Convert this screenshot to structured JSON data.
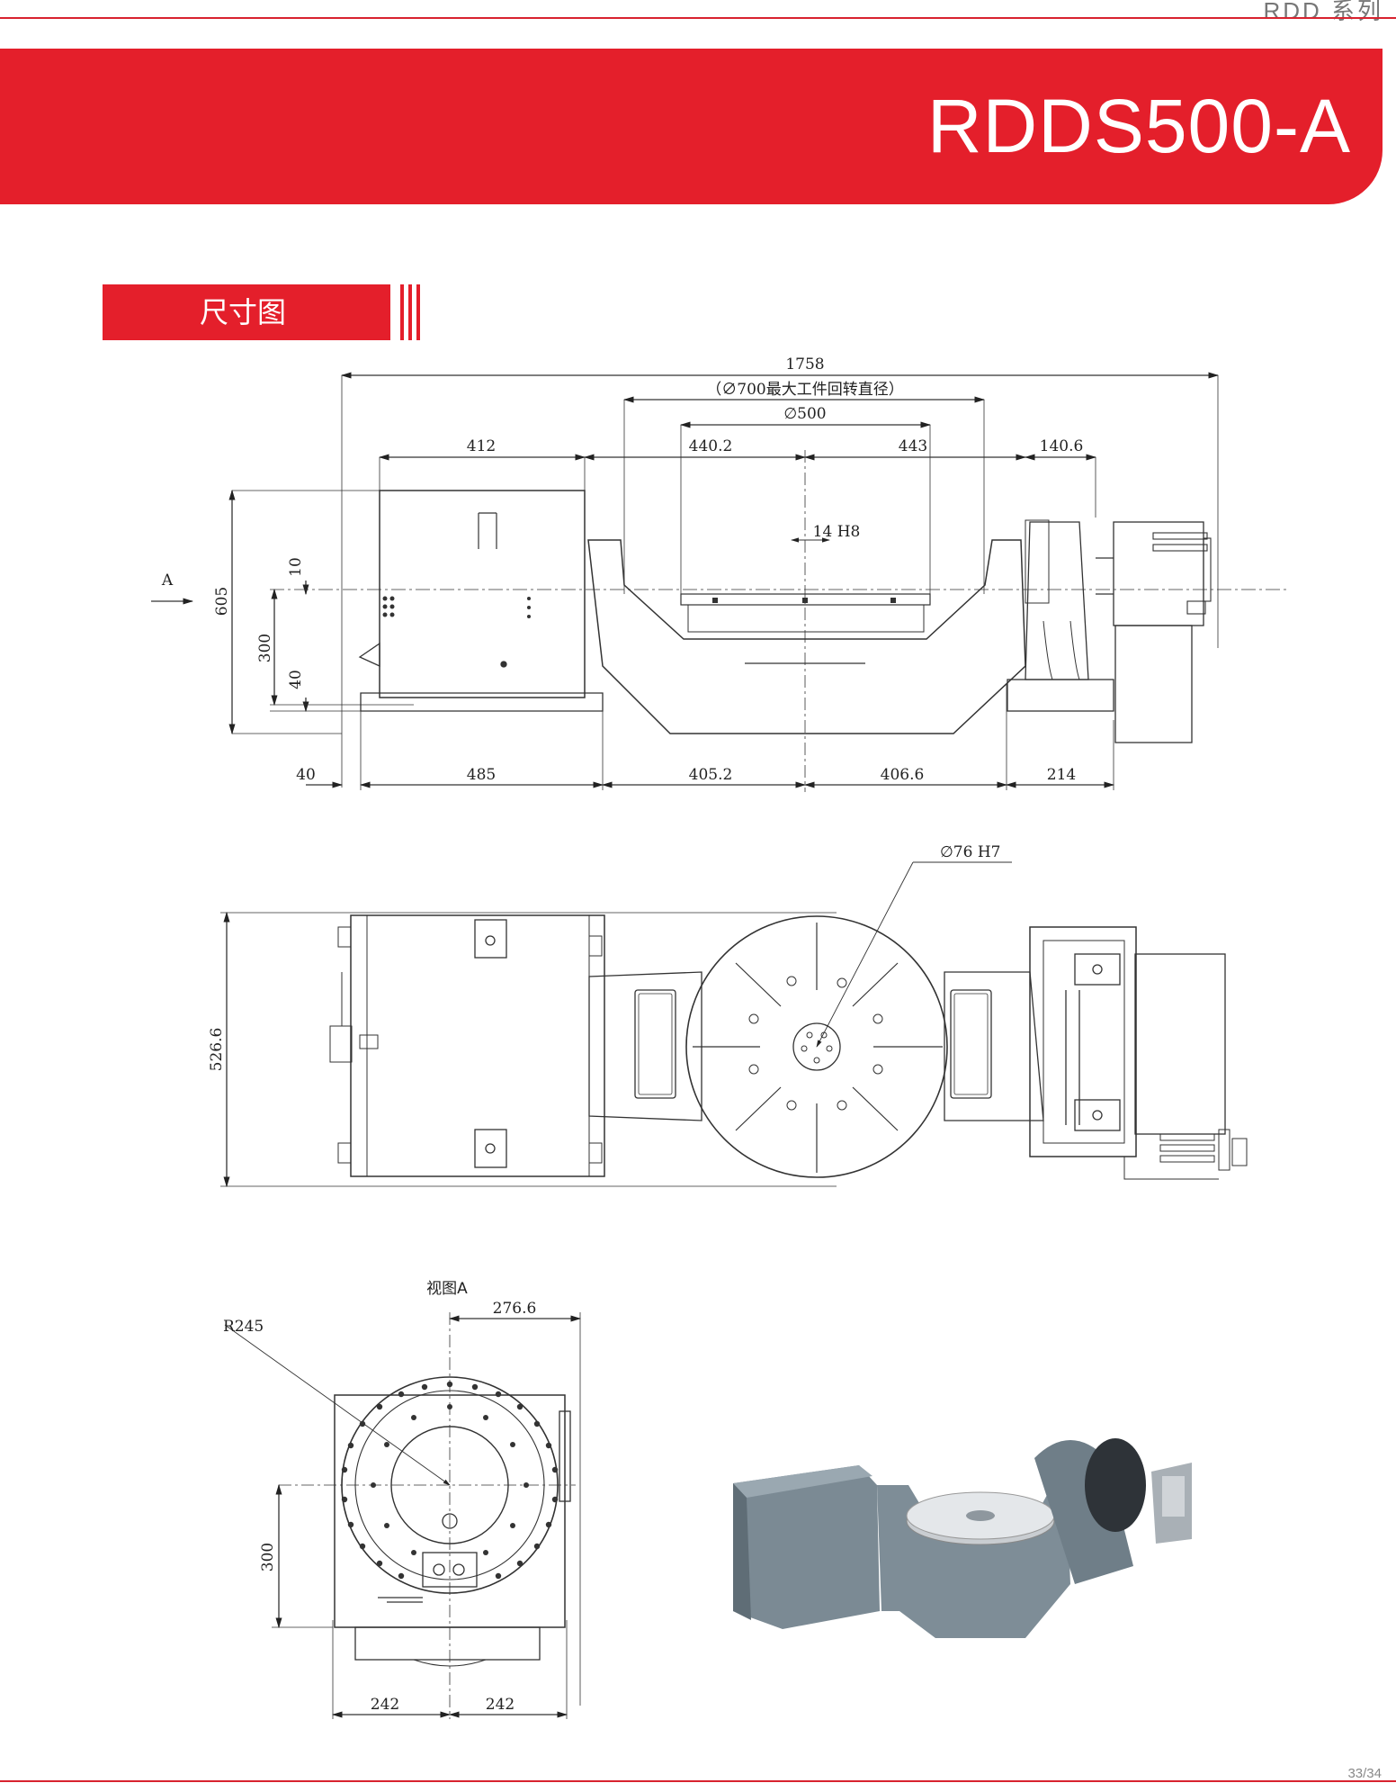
{
  "header": {
    "series": "RDD 系列",
    "model": "RDDS500-A"
  },
  "section": {
    "title": "尺寸图"
  },
  "drawing": {
    "front_view": {
      "overall": "1758",
      "workpiece_note": "（∅700最大工件回转直径）",
      "table_dia": "∅500",
      "w412": "412",
      "w440_2": "440.2",
      "w443": "443",
      "w140_6": "140.6",
      "slot": "14 H8",
      "h605": "605",
      "h10": "10",
      "h300": "300",
      "h40": "40",
      "b40": "40",
      "b485": "485",
      "b405_2": "405.2",
      "b406_6": "406.6",
      "b214": "214",
      "arrow_label": "A"
    },
    "top_view": {
      "bore": "∅76 H7",
      "depth": "526.6"
    },
    "side_view": {
      "title": "视图A",
      "radius": "R245",
      "offset": "276.6",
      "h300": "300",
      "b242_left": "242",
      "b242_right": "242"
    }
  },
  "footer": {
    "page": "33/34"
  }
}
